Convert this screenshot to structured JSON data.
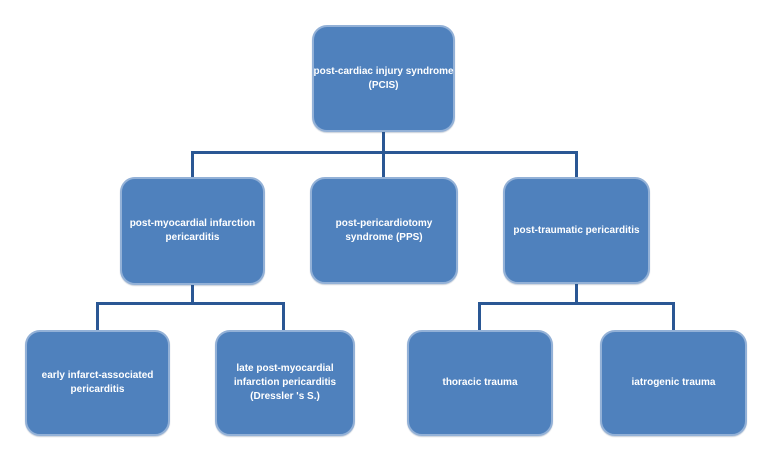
{
  "colors": {
    "node_fill": "#4f81bd",
    "node_border": "#93b1d7",
    "node_text": "#ffffff",
    "connector": "#2a5794",
    "background": "#ffffff"
  },
  "diagram_type": "hierarchy-flowchart",
  "nodes": {
    "pcis": {
      "label": "post-cardiac injury syndrome (PCIS)",
      "lines": [
        "post-cardiac injury syndrome",
        "(PCIS)"
      ]
    },
    "post_mi": {
      "label": "post-myocardial infarction pericarditis",
      "lines": [
        "post-myocardial infarction",
        "pericarditis"
      ]
    },
    "pps": {
      "label": "post-pericardiotomy syndrome (PPS)",
      "lines": [
        "post-pericardiotomy",
        "syndrome (PPS)"
      ]
    },
    "post_traumatic": {
      "label": "post-traumatic pericarditis",
      "lines": [
        "post-traumatic pericarditis"
      ]
    },
    "early_infarct": {
      "label": "early infarct-associated pericarditis",
      "lines": [
        "early infarct-associated",
        "pericarditis"
      ]
    },
    "late_post_mi": {
      "label": "late post-myocardial infarction pericarditis (Dressler 's S.)",
      "lines": [
        "late post-myocardial",
        "infarction pericarditis",
        "(Dressler 's S.)"
      ]
    },
    "thoracic": {
      "label": "thoracic trauma",
      "lines": [
        "thoracic trauma"
      ]
    },
    "iatrogenic": {
      "label": "iatrogenic trauma",
      "lines": [
        "iatrogenic trauma"
      ]
    }
  },
  "hierarchy": {
    "root": "pcis",
    "children": {
      "pcis": [
        "post_mi",
        "pps",
        "post_traumatic"
      ],
      "post_mi": [
        "early_infarct",
        "late_post_mi"
      ],
      "post_traumatic": [
        "thoracic",
        "iatrogenic"
      ]
    }
  }
}
